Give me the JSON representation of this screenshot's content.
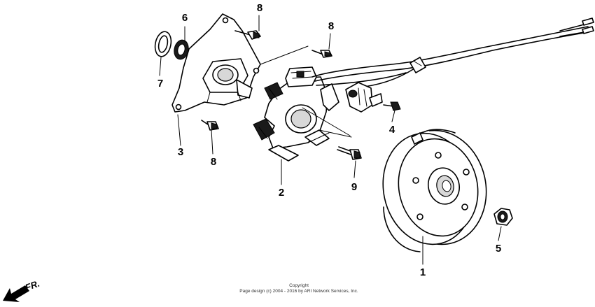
{
  "callouts": [
    {
      "id": "1",
      "text": "1"
    },
    {
      "id": "2",
      "text": "2"
    },
    {
      "id": "3",
      "text": "3"
    },
    {
      "id": "4",
      "text": "4"
    },
    {
      "id": "5",
      "text": "5"
    },
    {
      "id": "6",
      "text": "6"
    },
    {
      "id": "7",
      "text": "7"
    },
    {
      "id": "8a",
      "text": "8"
    },
    {
      "id": "8b",
      "text": "8"
    },
    {
      "id": "8c",
      "text": "8"
    },
    {
      "id": "9",
      "text": "9"
    }
  ],
  "direction": {
    "label": "FR."
  },
  "copyright": {
    "line1": "Copyright",
    "line2": "Page design (c) 2004 - 2016 by ARI Network Services, Inc."
  }
}
